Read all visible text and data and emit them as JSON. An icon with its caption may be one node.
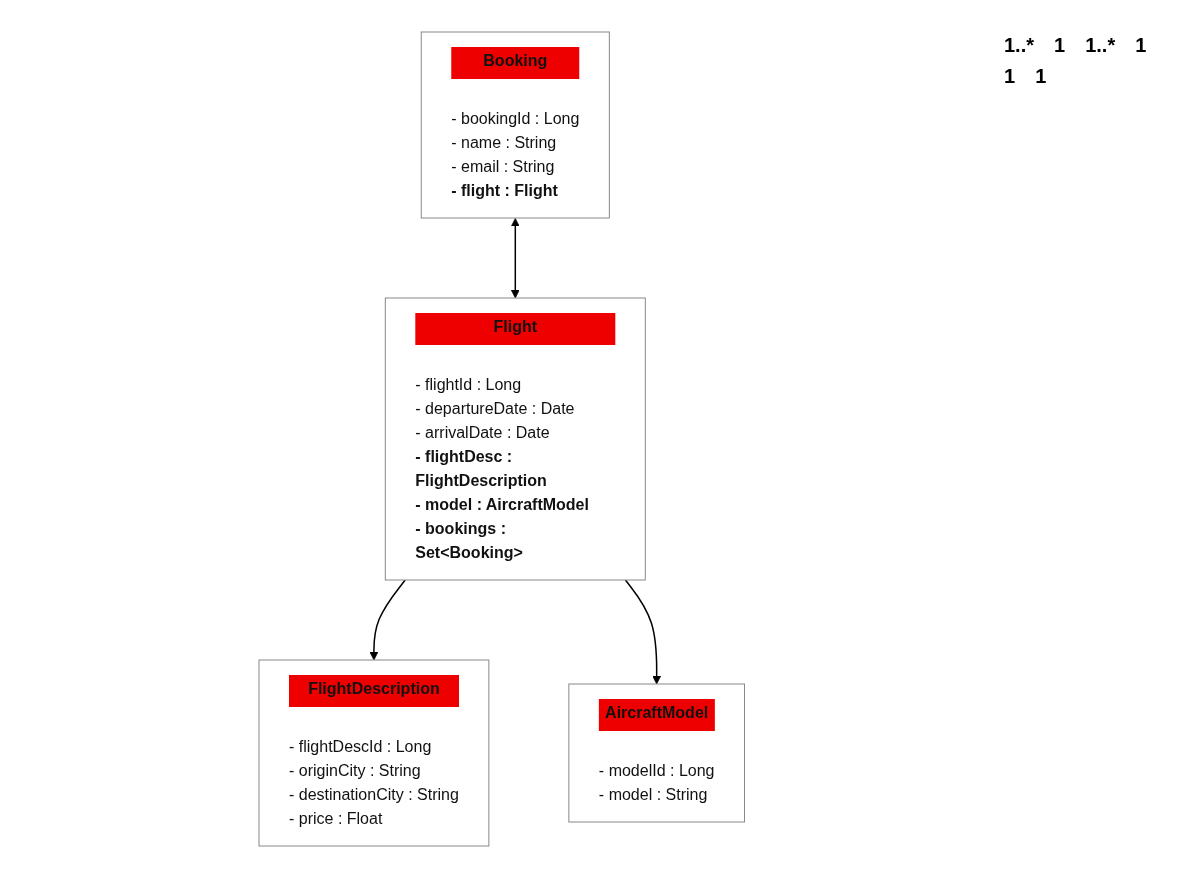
{
  "diagram": {
    "nodes": [
      {
        "text": [
          "Booking",
          "- bookingId : Long",
          "- name : String",
          "- email : String",
          "- flight : Flight"
        ]
      },
      {
        "text": [
          "Flight",
          "- flightId : Long",
          "- departureDate : Date",
          "- arrivalDate : Date",
          "- flightDesc : FlightDescription",
          "- model : AircraftModel",
          "- bookings : Set<Booking>"
        ]
      },
      {
        "text": [
          "FlightDescription",
          "- flightDescId : Long",
          "- originCity : String",
          "- destinationCity : String",
          "- price : Float"
        ]
      },
      {
        "text": [
          "AircraftModel",
          "- modelId : Long",
          "- model : String"
        ]
      }
    ],
    "edges": [
      {
        "from": 0,
        "to": 1,
        "arrow": "both"
      },
      {
        "from": 1,
        "to": 2,
        "arrow": "to"
      },
      {
        "from": 1,
        "to": 3,
        "arrow": "to"
      }
    ],
    "labels": [
      "1..*",
      "1",
      "1..*",
      "1",
      "1",
      "1"
    ]
  }
}
